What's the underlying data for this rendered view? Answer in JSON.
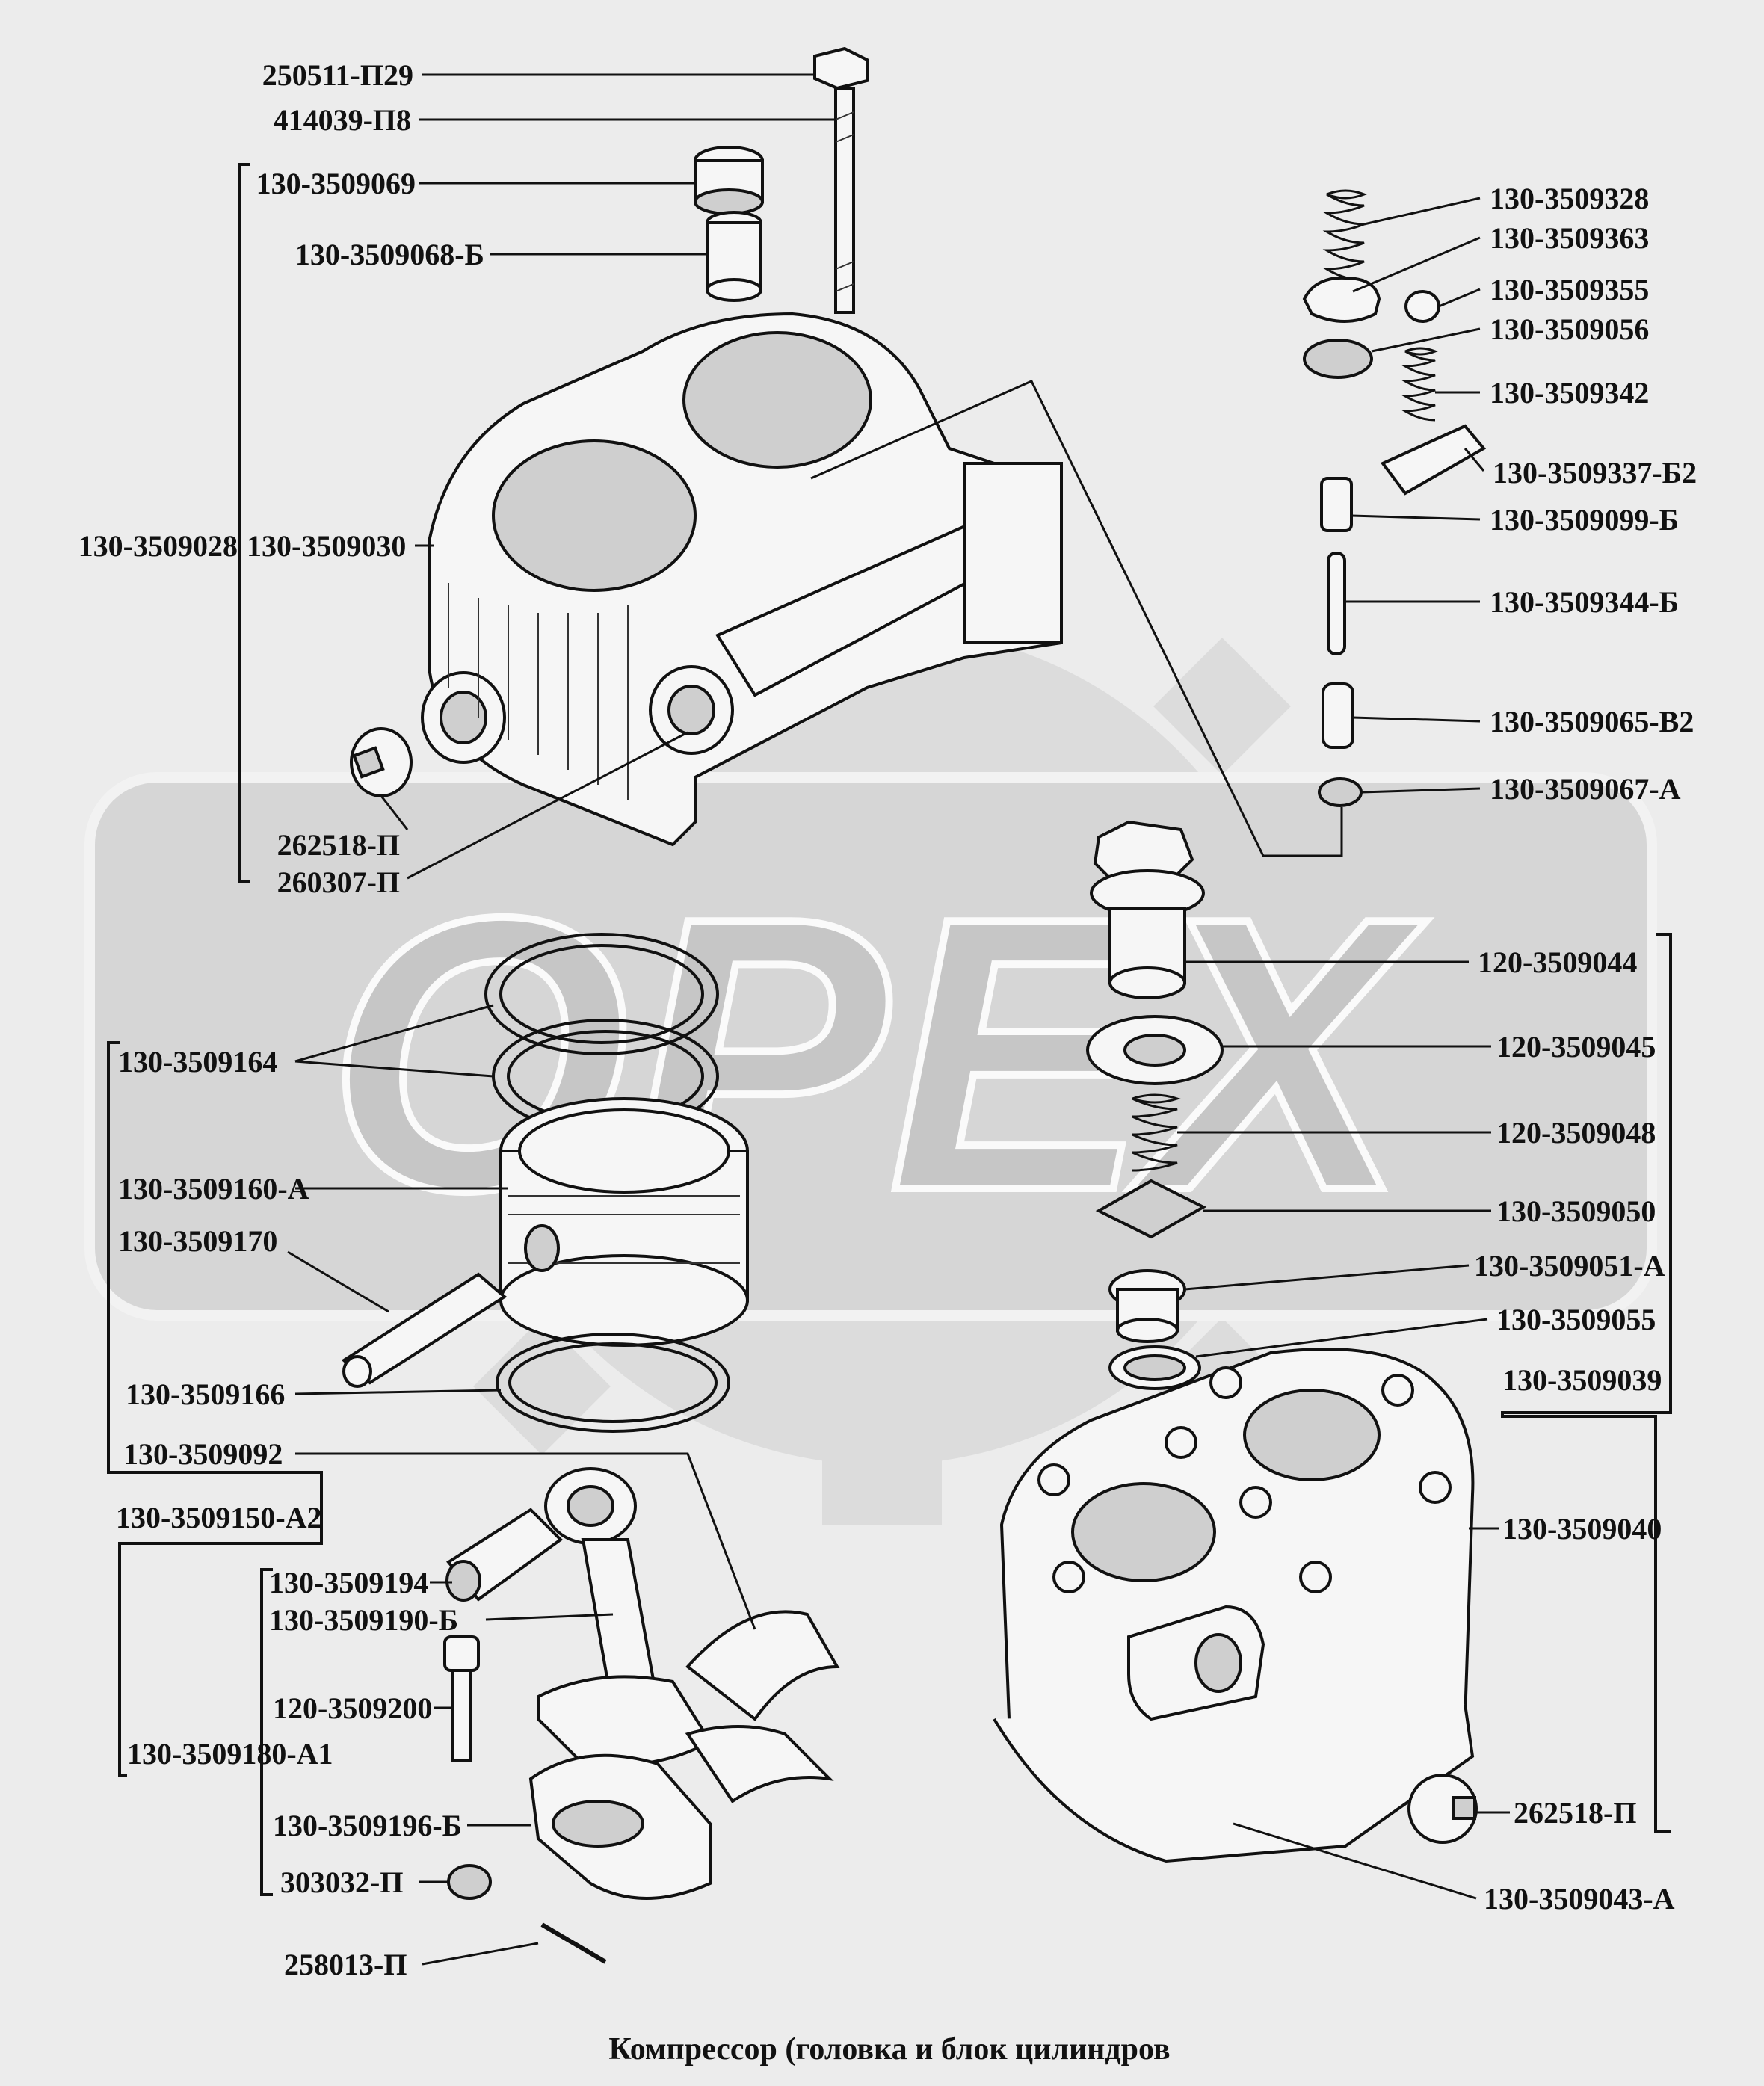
{
  "caption": "Компрессор (головка и блок цилиндров",
  "watermark": "OPEX",
  "colors": {
    "background": "#ececec",
    "ink": "#111111",
    "watermark": "#d2d2d2"
  },
  "labels": {
    "p250511_P29": "250511-П29",
    "p414039_P8": "414039-П8",
    "p130_3509069": "130-3509069",
    "p130_3509068_B": "130-3509068-Б",
    "p130_3509028": "130-3509028",
    "p130_3509030": "130-3509030",
    "p262518_P_left": "262518-П",
    "p260307_P": "260307-П",
    "p130_3509328": "130-3509328",
    "p130_3509363": "130-3509363",
    "p130_3509355": "130-3509355",
    "p130_3509056": "130-3509056",
    "p130_3509342": "130-3509342",
    "p130_3509337_B2": "130-3509337-Б2",
    "p130_3509099_B": "130-3509099-Б",
    "p130_3509344_B": "130-3509344-Б",
    "p130_3509065_V2": "130-3509065-В2",
    "p130_3509067_A": "130-3509067-А",
    "p120_3509044": "120-3509044",
    "p120_3509045": "120-3509045",
    "p120_3509048": "120-3509048",
    "p130_3509050": "130-3509050",
    "p130_3509051_A": "130-3509051-А",
    "p130_3509055": "130-3509055",
    "p130_3509039": "130-3509039",
    "p130_3509040": "130-3509040",
    "p262518_P_right": "262518-П",
    "p130_3509043_A": "130-3509043-А",
    "p130_3509164": "130-3509164",
    "p130_3509160_A": "130-3509160-А",
    "p130_3509170": "130-3509170",
    "p130_3509166": "130-3509166",
    "p130_3509092": "130-3509092",
    "p130_3509150_A2": "130-3509150-А2",
    "p130_3509194": "130-3509194",
    "p130_3509190_B": "130-3509190-Б",
    "p120_3509200": "120-3509200",
    "p130_3509180_A1": "130-3509180-А1",
    "p130_3509196_B": "130-3509196-Б",
    "p303032_P": "303032-П",
    "p258013_P": "258013-П"
  }
}
